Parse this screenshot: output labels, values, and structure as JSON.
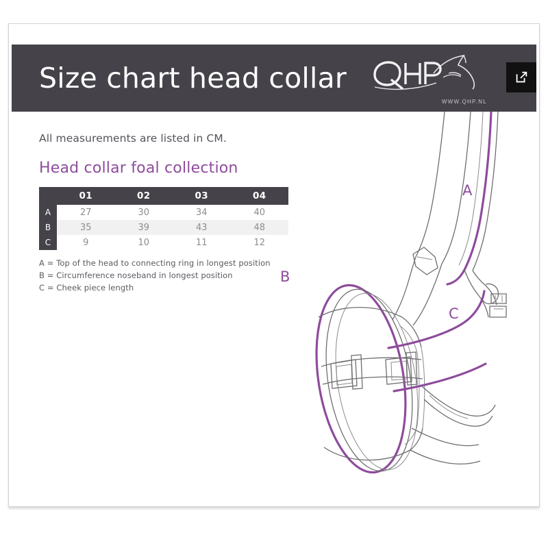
{
  "document": {
    "title": "Size chart head collar",
    "measurement_note": "All measurements are listed in CM.",
    "section_heading": "Head collar foal collection"
  },
  "logo": {
    "brand": "QHP",
    "website": "WWW.QHP.NL",
    "mark": "horse-head-icon"
  },
  "toolbar": {
    "external_link_label": "external-link-icon"
  },
  "size_table": {
    "corner_label": "",
    "columns": [
      "01",
      "02",
      "03",
      "04"
    ],
    "rows": [
      {
        "key": "A",
        "values": [
          "27",
          "30",
          "34",
          "40"
        ]
      },
      {
        "key": "B",
        "values": [
          "35",
          "39",
          "43",
          "48"
        ]
      },
      {
        "key": "C",
        "values": [
          "9",
          "10",
          "11",
          "12"
        ]
      }
    ]
  },
  "legend": [
    "A = Top of the head to connecting ring in longest position",
    "B = Circumference noseband in longest position",
    "C = Cheek piece length"
  ],
  "diagram": {
    "name": "head-collar-halter-diagram",
    "labels": {
      "a": "A",
      "b": "B",
      "c": "C"
    }
  },
  "colors": {
    "header_bar": "#454349",
    "accent_purple": "#8e4b9c",
    "table_alt_row": "#f1f1f1",
    "value_text": "#8d8d92",
    "outline_gray": "#6e6e72"
  }
}
